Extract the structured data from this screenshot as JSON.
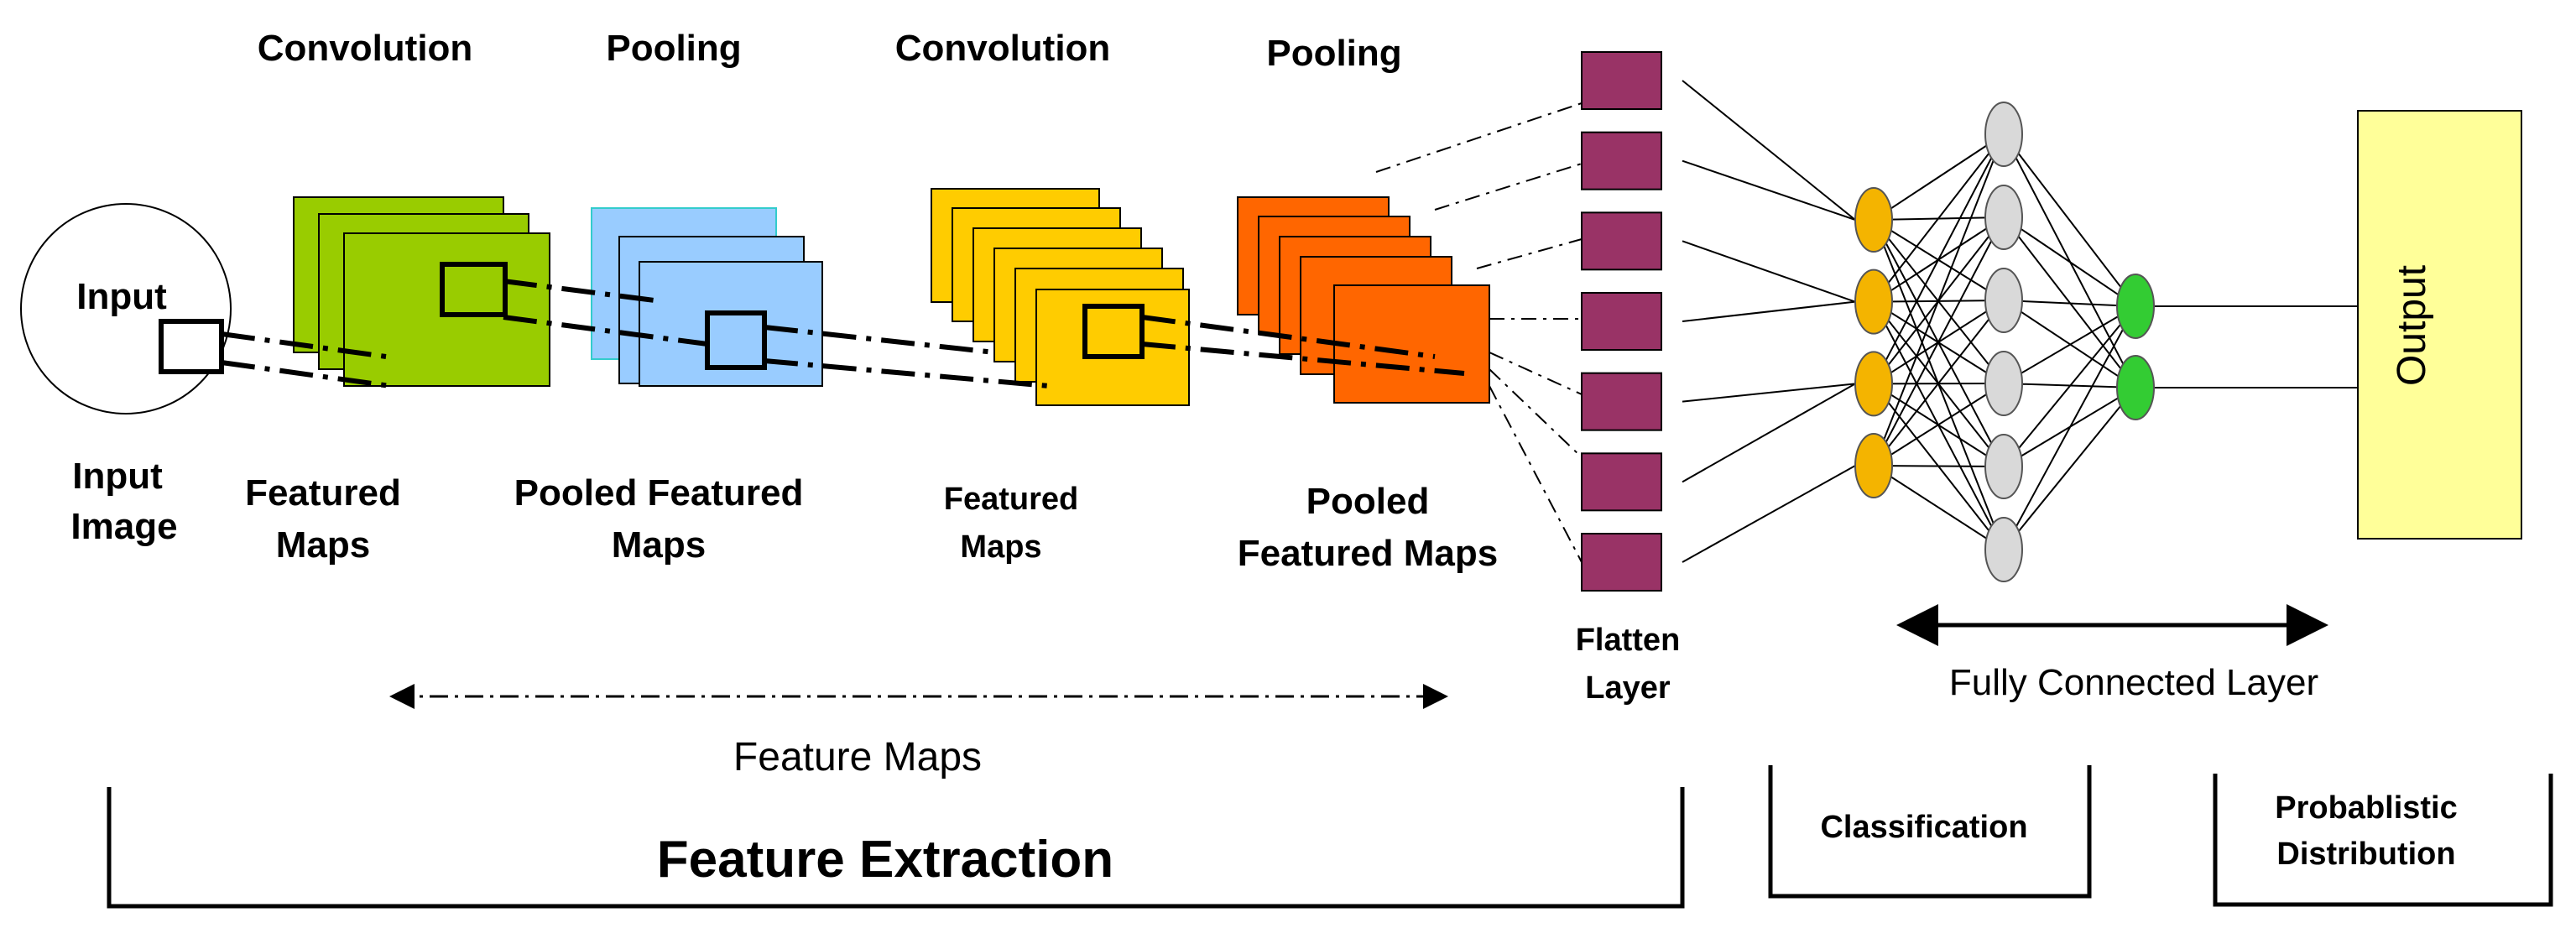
{
  "headers": {
    "conv1": "Convolution",
    "pool1": "Pooling",
    "conv2": "Convolution",
    "pool2": "Pooling"
  },
  "labels": {
    "input_word": "Input",
    "input_image_line1": "Input",
    "input_image_line2": "Image",
    "featured_maps1_line1": "Featured",
    "featured_maps1_line2": "Maps",
    "pooled_featured_maps1_line1": "Pooled Featured",
    "pooled_featured_maps1_line2": "Maps",
    "featured_maps2_line1": "Featured",
    "featured_maps2_line2": "Maps",
    "pooled_featured_maps2_line1": "Pooled",
    "pooled_featured_maps2_line2": "Featured Maps",
    "flatten_line1": "Flatten",
    "flatten_line2": "Layer",
    "output": "Output",
    "feature_maps": "Feature Maps",
    "fully_connected": "Fully Connected Layer"
  },
  "sections": {
    "feature_extraction": "Feature Extraction",
    "classification": "Classification",
    "probabilistic_line1": "Probablistic",
    "probabilistic_line2": "Distribution"
  },
  "colors": {
    "conv1_maps": "#99cc00",
    "pool1_maps": "#99ccff",
    "conv2_maps": "#ffcc00",
    "pool2_maps": "#ff6600",
    "flatten_units": "#993366",
    "fc_input_nodes": "#f4b400",
    "fc_hidden_nodes": "#d9d9d9",
    "fc_output_nodes": "#33cc33",
    "output_box": "#ffff99"
  },
  "network": {
    "flatten_units": 7,
    "fc_input_nodes": 4,
    "fc_hidden_nodes": 6,
    "fc_output_nodes": 2
  }
}
